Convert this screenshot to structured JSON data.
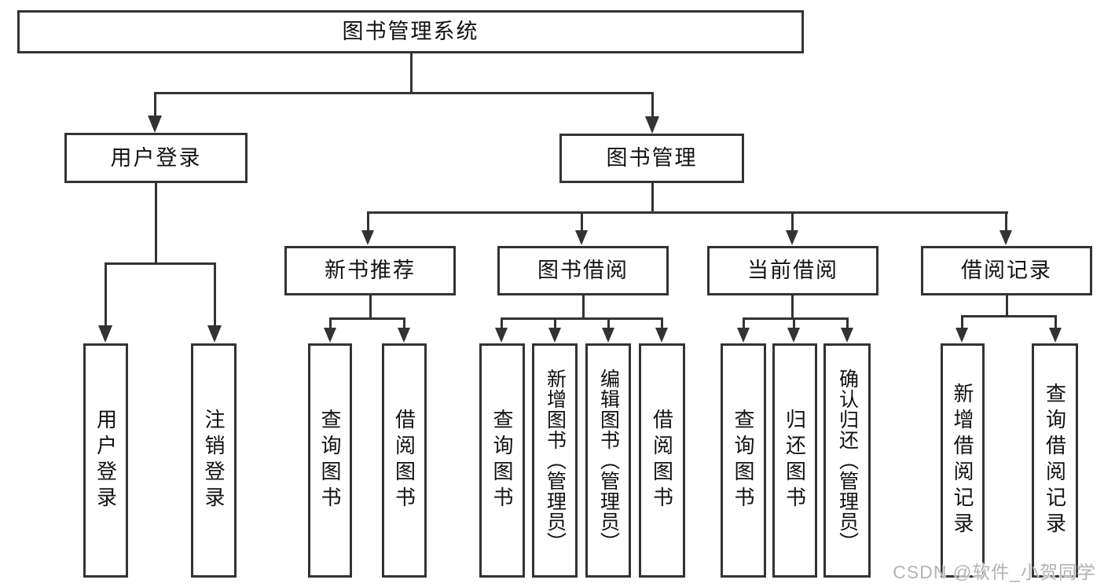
{
  "tree": {
    "root": {
      "label": "图书管理系统"
    },
    "branches": [
      {
        "label": "用户登录",
        "children": [
          {
            "label": "用户登录"
          },
          {
            "label": "注销登录"
          }
        ]
      },
      {
        "label": "图书管理",
        "children": [
          {
            "label": "新书推荐",
            "children": [
              {
                "label": "查询图书"
              },
              {
                "label": "借阅图书"
              }
            ]
          },
          {
            "label": "图书借阅",
            "children": [
              {
                "label": "查询图书"
              },
              {
                "label": "新增图书（管理员）"
              },
              {
                "label": "编辑图书（管理员）"
              },
              {
                "label": "借阅图书"
              }
            ]
          },
          {
            "label": "当前借阅",
            "children": [
              {
                "label": "查询图书"
              },
              {
                "label": "归还图书"
              },
              {
                "label": "确认归还（管理员）"
              }
            ]
          },
          {
            "label": "借阅记录",
            "children": [
              {
                "label": "新增借阅记录"
              },
              {
                "label": "查询借阅记录"
              }
            ]
          }
        ]
      }
    ]
  },
  "watermark": "CSDN @软件_小贺同学",
  "colors": {
    "line": "#333333",
    "text": "#111111",
    "background": "#ffffff",
    "watermark": "#b3b3b3"
  }
}
